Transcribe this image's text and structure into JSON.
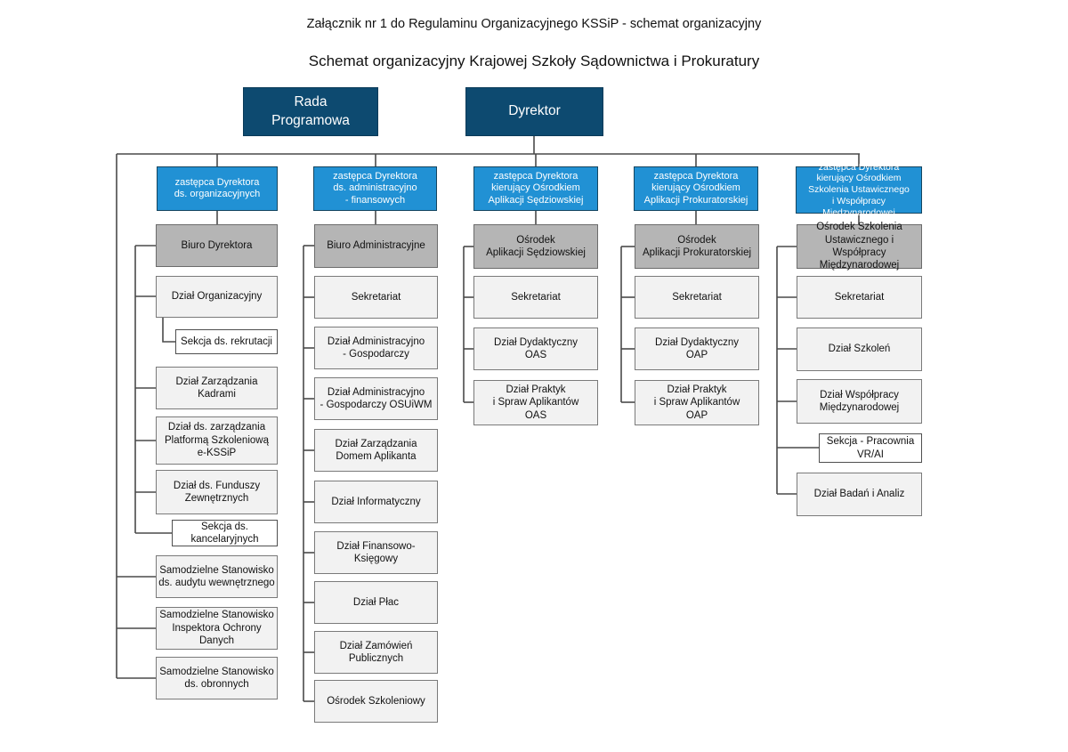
{
  "page": {
    "attachment_title": "Załącznik nr 1 do Regulaminu Organizacyjnego KSSiP - schemat organizacyjny",
    "chart_title": "Schemat organizacyjny Krajowej Szkoły Sądownictwa i Prokuratury"
  },
  "colors": {
    "top_level_fill": "#0d4a70",
    "deputy_fill": "#2191d4",
    "unit_header_fill": "#b5b5b5",
    "department_fill": "#f2f2f2",
    "section_fill": "#ffffff",
    "connector_line": "#4a4a4a",
    "background": "#ffffff"
  },
  "top": {
    "rada": "Rada\nProgramowa",
    "dyrektor": "Dyrektor"
  },
  "deputies": [
    {
      "label": "zastępca Dyrektora\nds. organizacyjnych"
    },
    {
      "label": "zastępca Dyrektora\nds. administracyjno\n- finansowych"
    },
    {
      "label": "zastępca Dyrektora\nkierujący Ośrodkiem\nAplikacji Sędziowskiej"
    },
    {
      "label": "zastępca Dyrektora\nkierujący Ośrodkiem\nAplikacji Prokuratorskiej"
    },
    {
      "label": "zastępca Dyrektora\nkierujący Ośrodkiem\nSzkolenia Ustawicznego\ni Współpracy Międzynarodowej"
    }
  ],
  "columns": [
    {
      "boxes": [
        {
          "label": "Biuro Dyrektora"
        },
        {
          "label": "Dział Organizacyjny"
        },
        {
          "label": "Sekcja ds. rekrutacji"
        },
        {
          "label": "Dział Zarządzania Kadrami"
        },
        {
          "label": "Dział ds. zarządzania\nPlatformą Szkoleniową\ne-KSSiP"
        },
        {
          "label": "Dział ds. Funduszy\nZewnętrznych"
        },
        {
          "label": "Sekcja ds.\nkancelaryjnych"
        },
        {
          "label": "Samodzielne Stanowisko\nds. audytu wewnętrznego"
        },
        {
          "label": "Samodzielne Stanowisko\nInspektora Ochrony Danych"
        },
        {
          "label": "Samodzielne Stanowisko\nds. obronnych"
        }
      ]
    },
    {
      "boxes": [
        {
          "label": "Biuro Administracyjne"
        },
        {
          "label": "Sekretariat"
        },
        {
          "label": "Dział Administracyjno\n- Gospodarczy"
        },
        {
          "label": "Dział Administracyjno\n- Gospodarczy OSUiWM"
        },
        {
          "label": "Dział Zarządzania\nDomem Aplikanta"
        },
        {
          "label": "Dział Informatyczny"
        },
        {
          "label": "Dział Finansowo-Księgowy"
        },
        {
          "label": "Dział Płac"
        },
        {
          "label": "Dział Zamówień Publicznych"
        },
        {
          "label": "Ośrodek Szkoleniowy"
        }
      ]
    },
    {
      "boxes": [
        {
          "label": "Ośrodek\nAplikacji Sędziowskiej"
        },
        {
          "label": "Sekretariat"
        },
        {
          "label": "Dział Dydaktyczny\nOAS"
        },
        {
          "label": "Dział Praktyk\ni Spraw Aplikantów\nOAS"
        }
      ]
    },
    {
      "boxes": [
        {
          "label": "Ośrodek\nAplikacji Prokuratorskiej"
        },
        {
          "label": "Sekretariat"
        },
        {
          "label": "Dział Dydaktyczny\nOAP"
        },
        {
          "label": "Dział Praktyk\ni Spraw Aplikantów\nOAP"
        }
      ]
    },
    {
      "boxes": [
        {
          "label": "Ośrodek Szkolenia\nUstawicznego i Współpracy\nMiędzynarodowej"
        },
        {
          "label": "Sekretariat"
        },
        {
          "label": "Dział Szkoleń"
        },
        {
          "label": "Dział Współpracy\nMiędzynarodowej"
        },
        {
          "label": "Sekcja - Pracownia\nVR/AI"
        },
        {
          "label": "Dział Badań i Analiz"
        }
      ]
    }
  ]
}
